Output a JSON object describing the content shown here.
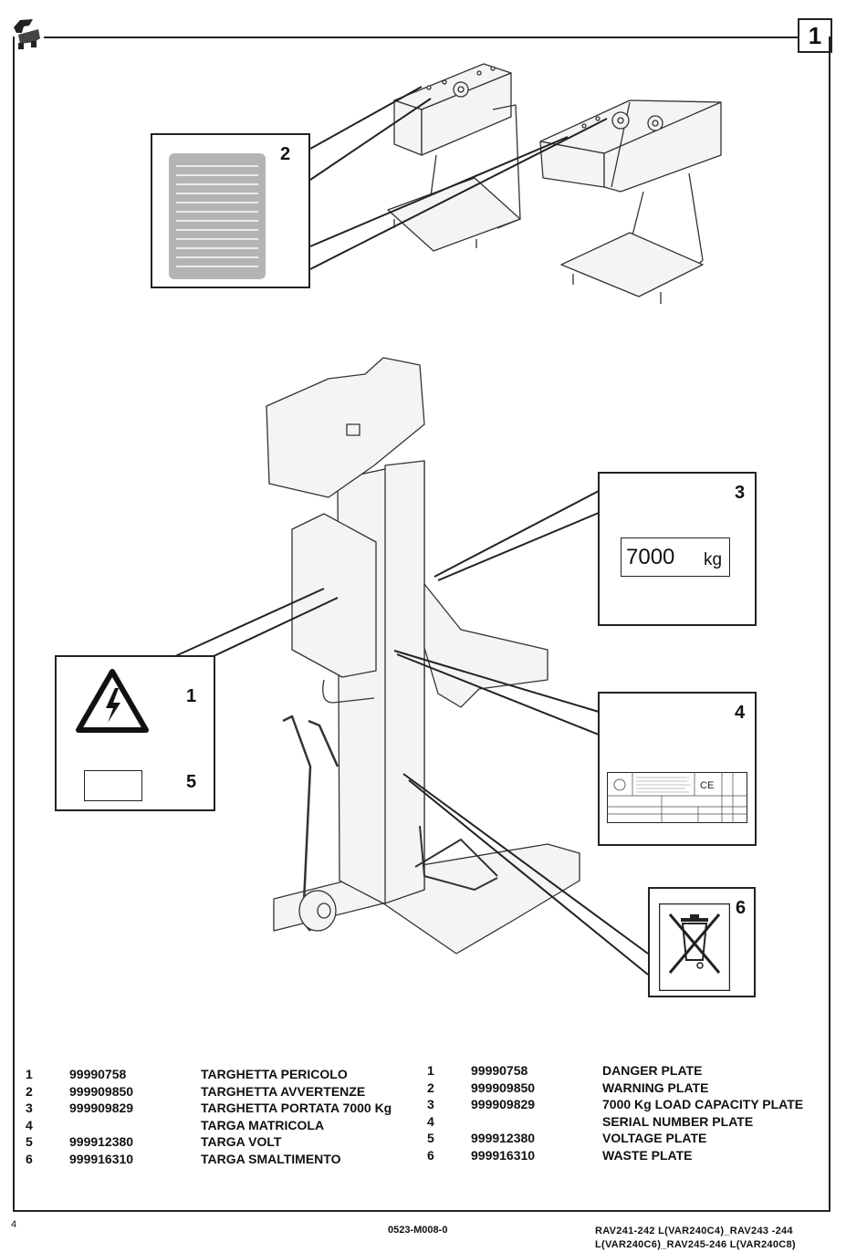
{
  "header": {
    "page_number": "1"
  },
  "callouts": {
    "c1": "1",
    "c2": "2",
    "c3": "3",
    "c4": "4",
    "c5": "5",
    "c6": "6",
    "capacity_value": "7000",
    "capacity_unit": "kg",
    "ce_mark": "CE"
  },
  "legend_it": [
    {
      "num": "1",
      "code": "99990758",
      "desc": "TARGHETTA PERICOLO"
    },
    {
      "num": "2",
      "code": "999909850",
      "desc": "TARGHETTA AVVERTENZE"
    },
    {
      "num": "3",
      "code": "999909829",
      "desc": "TARGHETTA PORTATA 7000 Kg"
    },
    {
      "num": "4",
      "code": "",
      "desc": "TARGA MATRICOLA"
    },
    {
      "num": "5",
      "code": "999912380",
      "desc": "TARGA VOLT"
    },
    {
      "num": "6",
      "code": "999916310",
      "desc": "TARGA SMALTIMENTO"
    }
  ],
  "legend_en": [
    {
      "num": "1",
      "code": "99990758",
      "desc": "DANGER PLATE"
    },
    {
      "num": "2",
      "code": "999909850",
      "desc": "WARNING PLATE"
    },
    {
      "num": "3",
      "code": "999909829",
      "desc": "7000 Kg LOAD CAPACITY PLATE"
    },
    {
      "num": "4",
      "code": "",
      "desc": "SERIAL NUMBER PLATE"
    },
    {
      "num": "5",
      "code": "999912380",
      "desc": "VOLTAGE PLATE"
    },
    {
      "num": "6",
      "code": "999916310",
      "desc": "WASTE PLATE"
    }
  ],
  "footer": {
    "page": "4",
    "doc_code": "0523-M008-0",
    "model_line1": "RAV241-242 L(VAR240C4)_RAV243 -244",
    "model_line2": "L(VAR240C6)_RAV245-246 L(VAR240C8)"
  },
  "colors": {
    "line": "#222222",
    "plate_gray": "#b4b4b4",
    "machine_fill": "#f4f4f4"
  },
  "icons": [
    "logo-icon",
    "high-voltage-warning-icon",
    "crossed-bin-icon",
    "ce-mark-icon"
  ]
}
